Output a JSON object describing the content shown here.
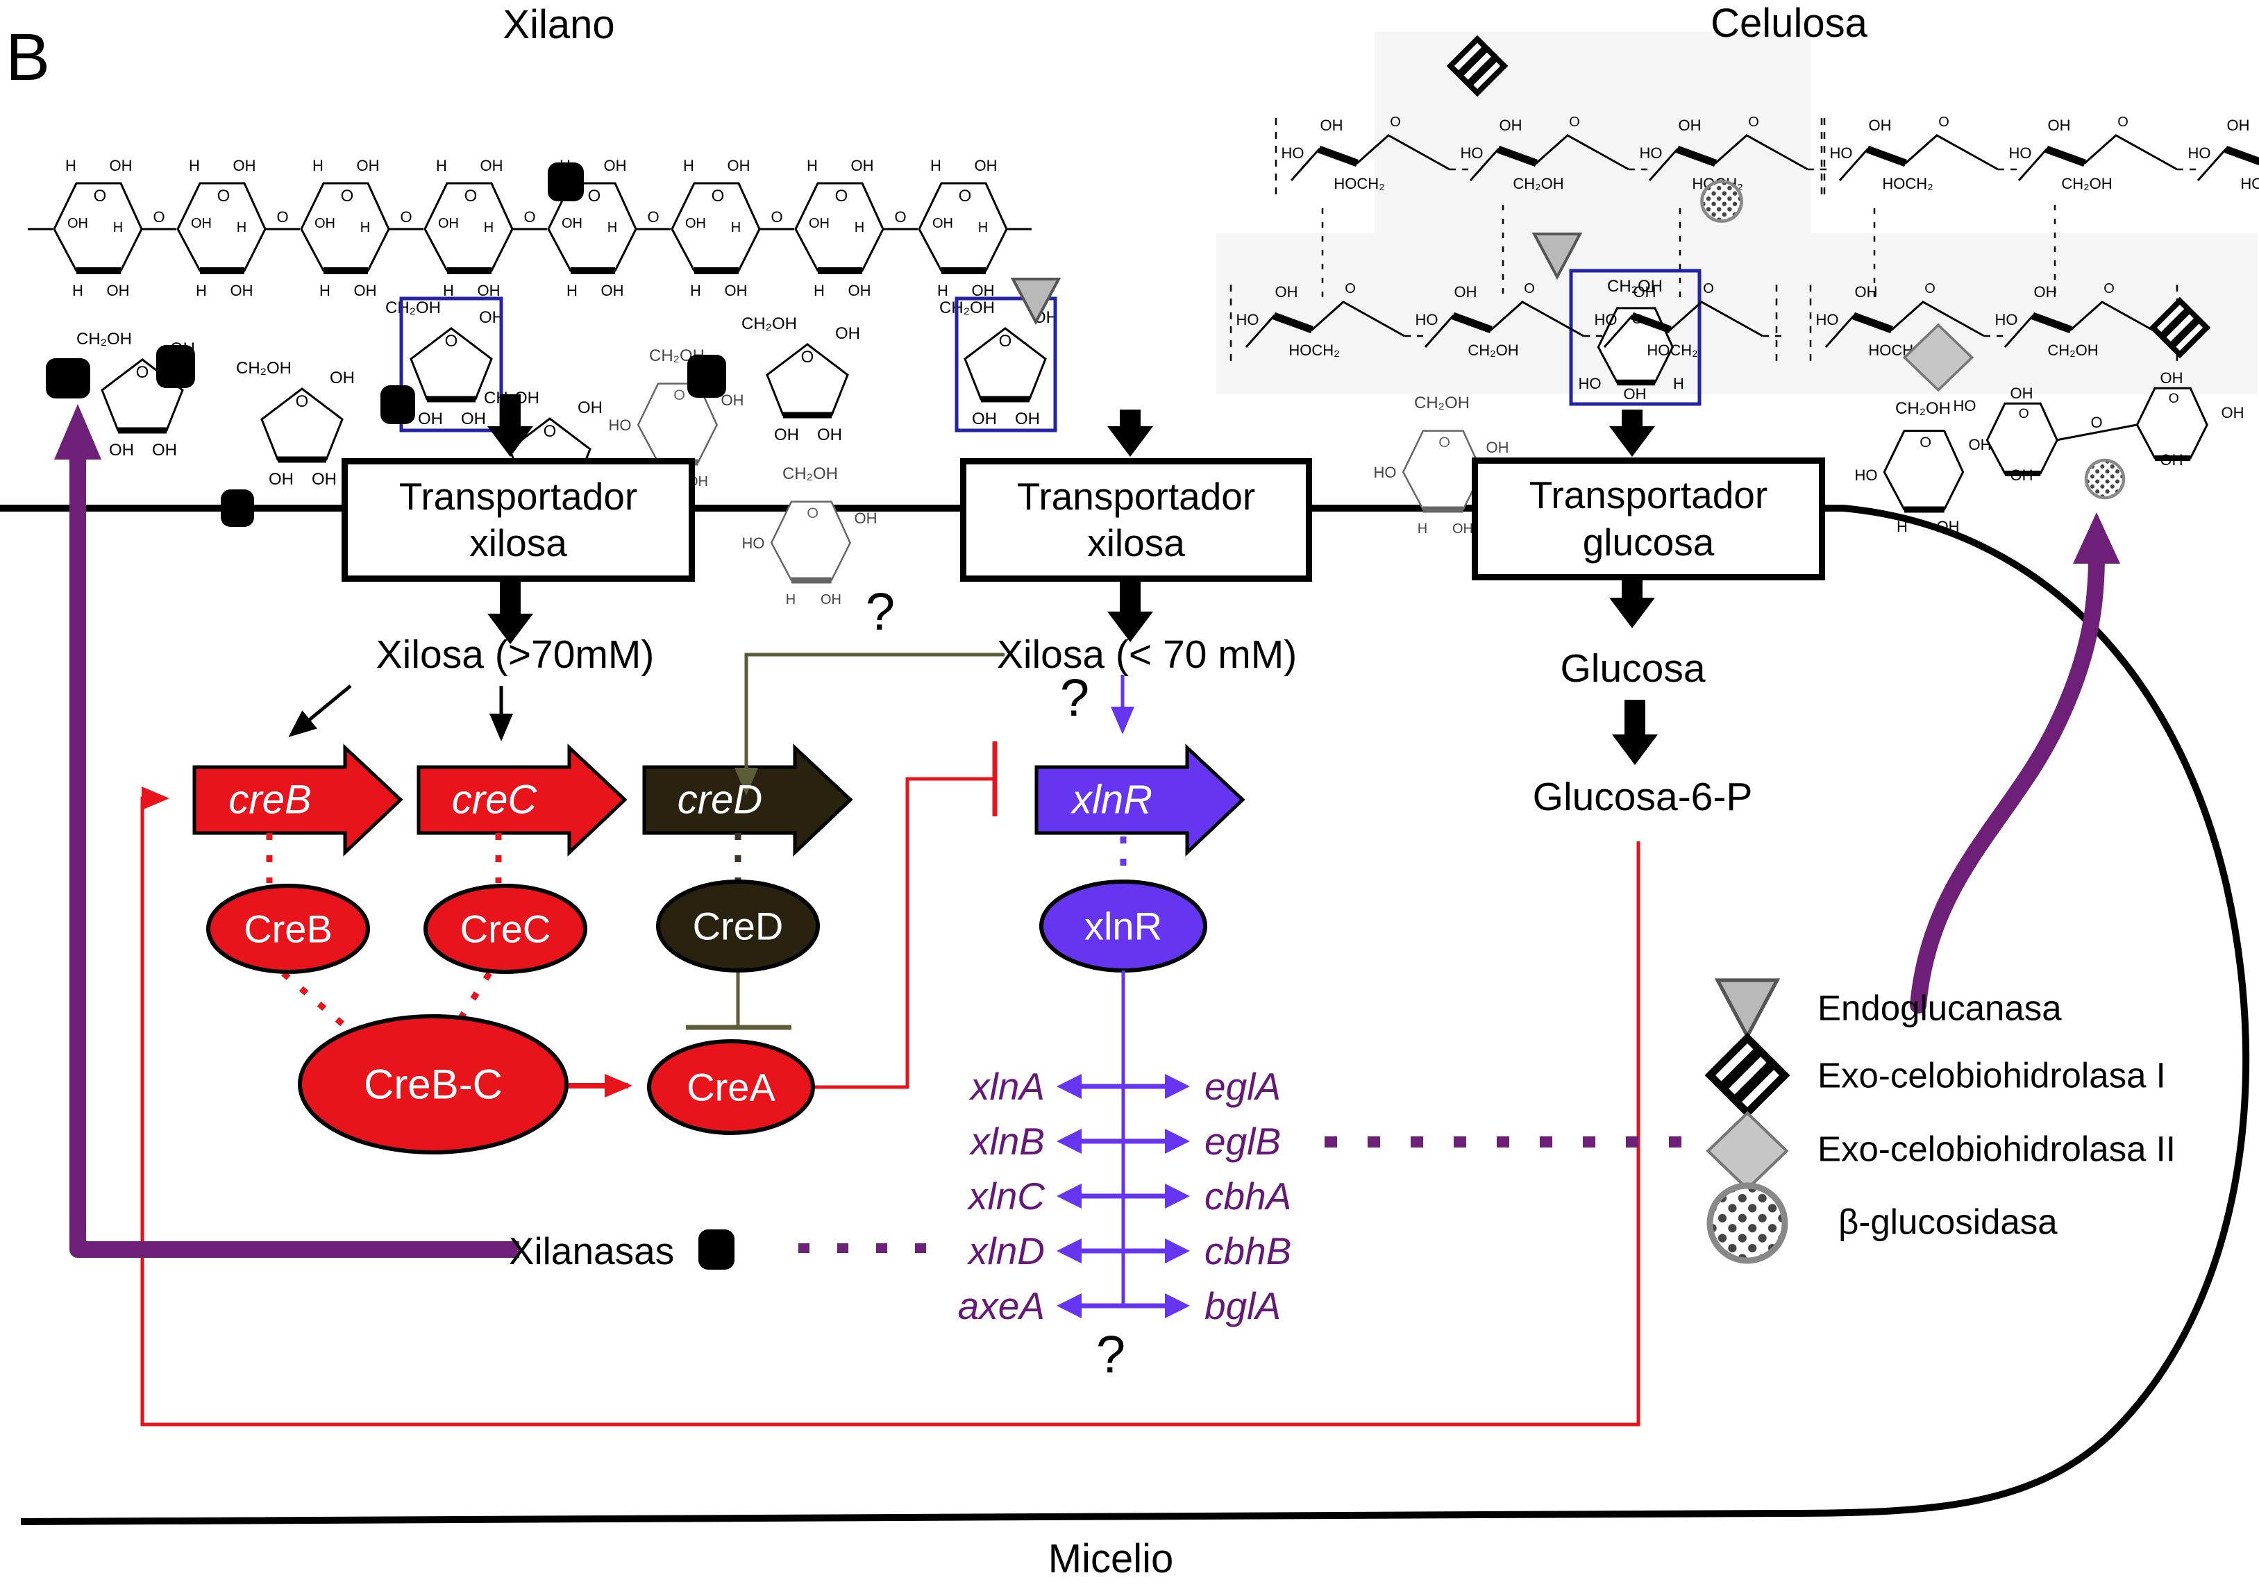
{
  "figure_label": "B",
  "titles": {
    "xylan": "Xilano",
    "cellulose": "Celulosa",
    "mycelium": "Micelio"
  },
  "transporters": [
    {
      "line1": "Transportador",
      "line2": "xilosa"
    },
    {
      "line1": "Transportador",
      "line2": "xilosa"
    },
    {
      "line1": "Transportador",
      "line2": "glucosa"
    }
  ],
  "metabolites": {
    "xylose_high": "Xilosa (>70mM)",
    "xylose_low": "Xilosa (< 70 mM)",
    "glucose": "Glucosa",
    "glucose6p": "Glucosa-6-P"
  },
  "question_marks": {
    "creD_input": "?",
    "xlnR_input": "?",
    "gene_cluster": "?"
  },
  "genes": {
    "creB": "creB",
    "creC": "creC",
    "creD": "creD",
    "xlnR": "xlnR"
  },
  "proteins": {
    "creB": "CreB",
    "creC": "CreC",
    "creD": "CreD",
    "creBC": "CreB-C",
    "creA": "CreA",
    "xlnR": "xlnR"
  },
  "gene_pairs": [
    {
      "left": "xlnA",
      "right": "eglA"
    },
    {
      "left": "xlnB",
      "right": "eglB"
    },
    {
      "left": "xlnC",
      "right": "cbhA"
    },
    {
      "left": "xlnD",
      "right": "cbhB"
    },
    {
      "left": "axeA",
      "right": "bglA"
    }
  ],
  "secreted": {
    "xylanases": "Xilanasas"
  },
  "legend": [
    {
      "icon": "gray-triangle-icon",
      "label": "Endoglucanasa"
    },
    {
      "icon": "striped-diamond-icon",
      "label": "Exo-celobiohidrolasa I"
    },
    {
      "icon": "gray-diamond-icon",
      "label": "Exo-celobiohidrolasa II"
    },
    {
      "icon": "dotted-circle-icon",
      "label": "β-glucosidasa"
    }
  ],
  "chem_labels": {
    "h": "H",
    "oh": "OH",
    "ho": "HO",
    "o": "O",
    "ch2oh": "CH₂OH",
    "hoch2": "HOCH₂",
    "hoh2c": "HOH₂C"
  },
  "colors": {
    "red": "#e8141c",
    "dark_gene": "#28220f",
    "olive_line": "#5c5c38",
    "violet": "#6535f0",
    "plum": "#6e1f78",
    "gene_text": "#65187a",
    "blue_box": "#2323a8",
    "gray_icon": "#b9b9b9"
  }
}
